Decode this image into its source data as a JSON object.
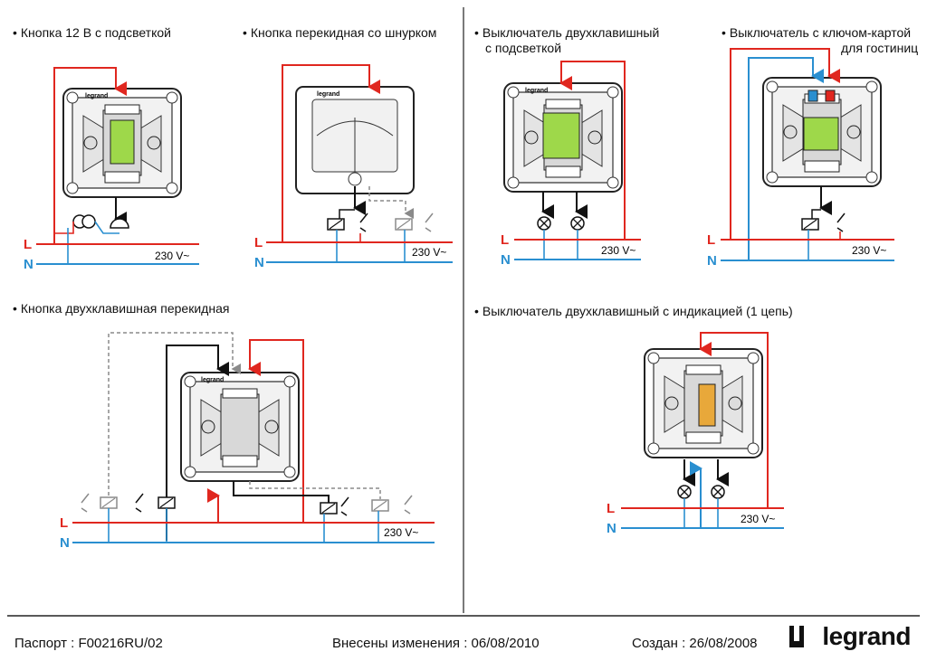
{
  "titles": {
    "button_12v": "Кнопка 12 В с подсветкой",
    "button_cord": "Кнопка перекидная со шнурком",
    "switch_double_lit_line1": "Выключатель двухклавишный",
    "switch_double_lit_line2": "с подсветкой",
    "keycard_line1": "Выключатель с ключом-картой",
    "keycard_line2": "для гостиниц",
    "button_double": "Кнопка двухклавишная перекидная",
    "switch_indication": "Выключатель двухклавишный с индикацией (1 цепь)"
  },
  "bullet": "•",
  "labels": {
    "L": "L",
    "N": "N",
    "voltage": "230 V~"
  },
  "brand_small": "legrand",
  "footer": {
    "passport": "Паспорт : F00216RU/02",
    "changes": "Внесены изменения : 06/08/2010",
    "created": "Создан : 26/08/2008"
  },
  "logo_text": "legrand",
  "colors": {
    "live": "#e0271f",
    "neutral": "#2a8fd0",
    "load_wire": "#111111",
    "dashed": "#8a8a8a",
    "indicator_green": "#9ed84a",
    "indicator_orange": "#e8a83a"
  }
}
